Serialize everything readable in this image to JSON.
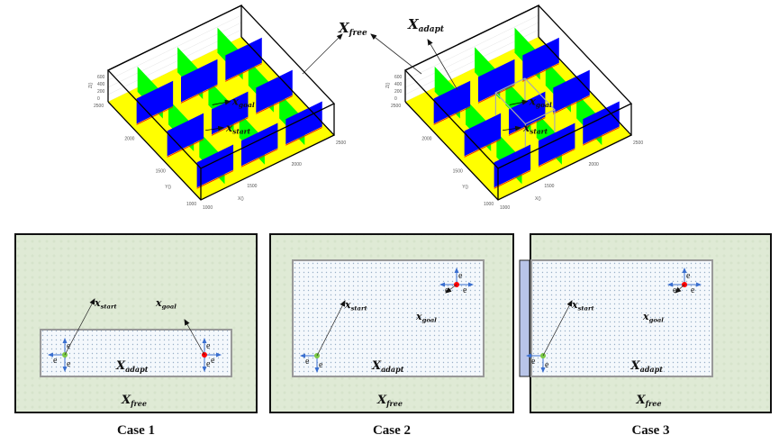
{
  "labels": {
    "x_start": {
      "base": "x",
      "sub": "start"
    },
    "x_goal": {
      "base": "x",
      "sub": "goal"
    },
    "X_free": {
      "base": "X",
      "sub": "free"
    },
    "X_adapt": {
      "base": "X",
      "sub": "adapt"
    },
    "e": "e"
  },
  "plot3d": {
    "z_ticks": [
      "600",
      "400",
      "200",
      "0"
    ],
    "y_ticks": [
      "2500",
      "2000",
      "1500",
      "1000"
    ],
    "x_ticks": [
      "1000",
      "1500",
      "2000",
      "2500"
    ],
    "x_label": "X()",
    "y_label": "Y()",
    "z_label": "Z()"
  },
  "cases": [
    "Case 1",
    "Case 2",
    "Case 3"
  ],
  "colors": {
    "floor": "#ffff00",
    "wall_blue": "#0000ff",
    "wall_green": "#00ff00",
    "free": "#dfead5",
    "start": "#7ac943",
    "goal": "#ff0000",
    "arrow": "#3a6fd0"
  }
}
